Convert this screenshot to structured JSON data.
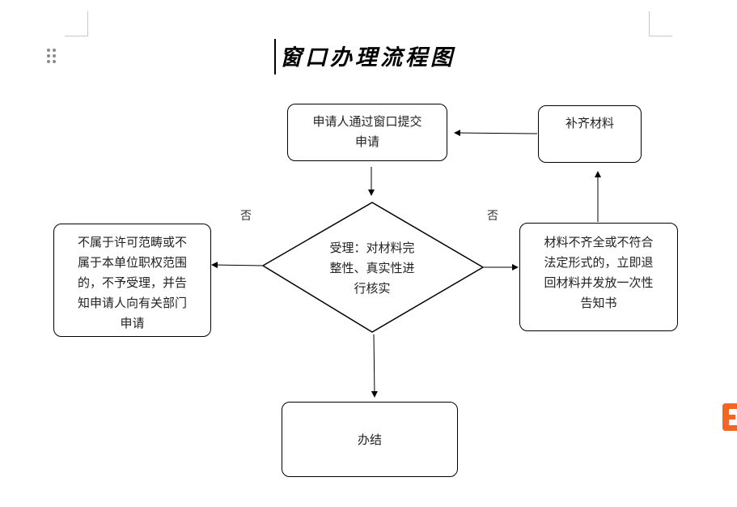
{
  "title": "窗口办理流程图",
  "nodes": {
    "submit": "申请人通过窗口提交申请",
    "submit_lines": [
      "申请人通过窗口提交",
      "申请"
    ],
    "accept_lines": [
      "受理：对材料完",
      "整性、真实性进",
      "行核实"
    ],
    "reject_lines": [
      "不属于许可范畴或不",
      "属于本单位职权范围",
      "的，不予受理，并告",
      "知申请人向有关部门",
      "申请"
    ],
    "return_lines": [
      "材料不齐全或不符合",
      "法定形式的，立即退",
      "回材料并发放一次性",
      "告知书"
    ],
    "supplement": "补齐材料",
    "done": "办结"
  },
  "edge_labels": {
    "left_no": "否",
    "right_no": "否"
  },
  "colors": {
    "line": "#000000",
    "brand_accent": "#f26522"
  },
  "icons": {
    "drag_handle": "grip-dots-icon",
    "side_logo": "brand-logo-icon"
  }
}
